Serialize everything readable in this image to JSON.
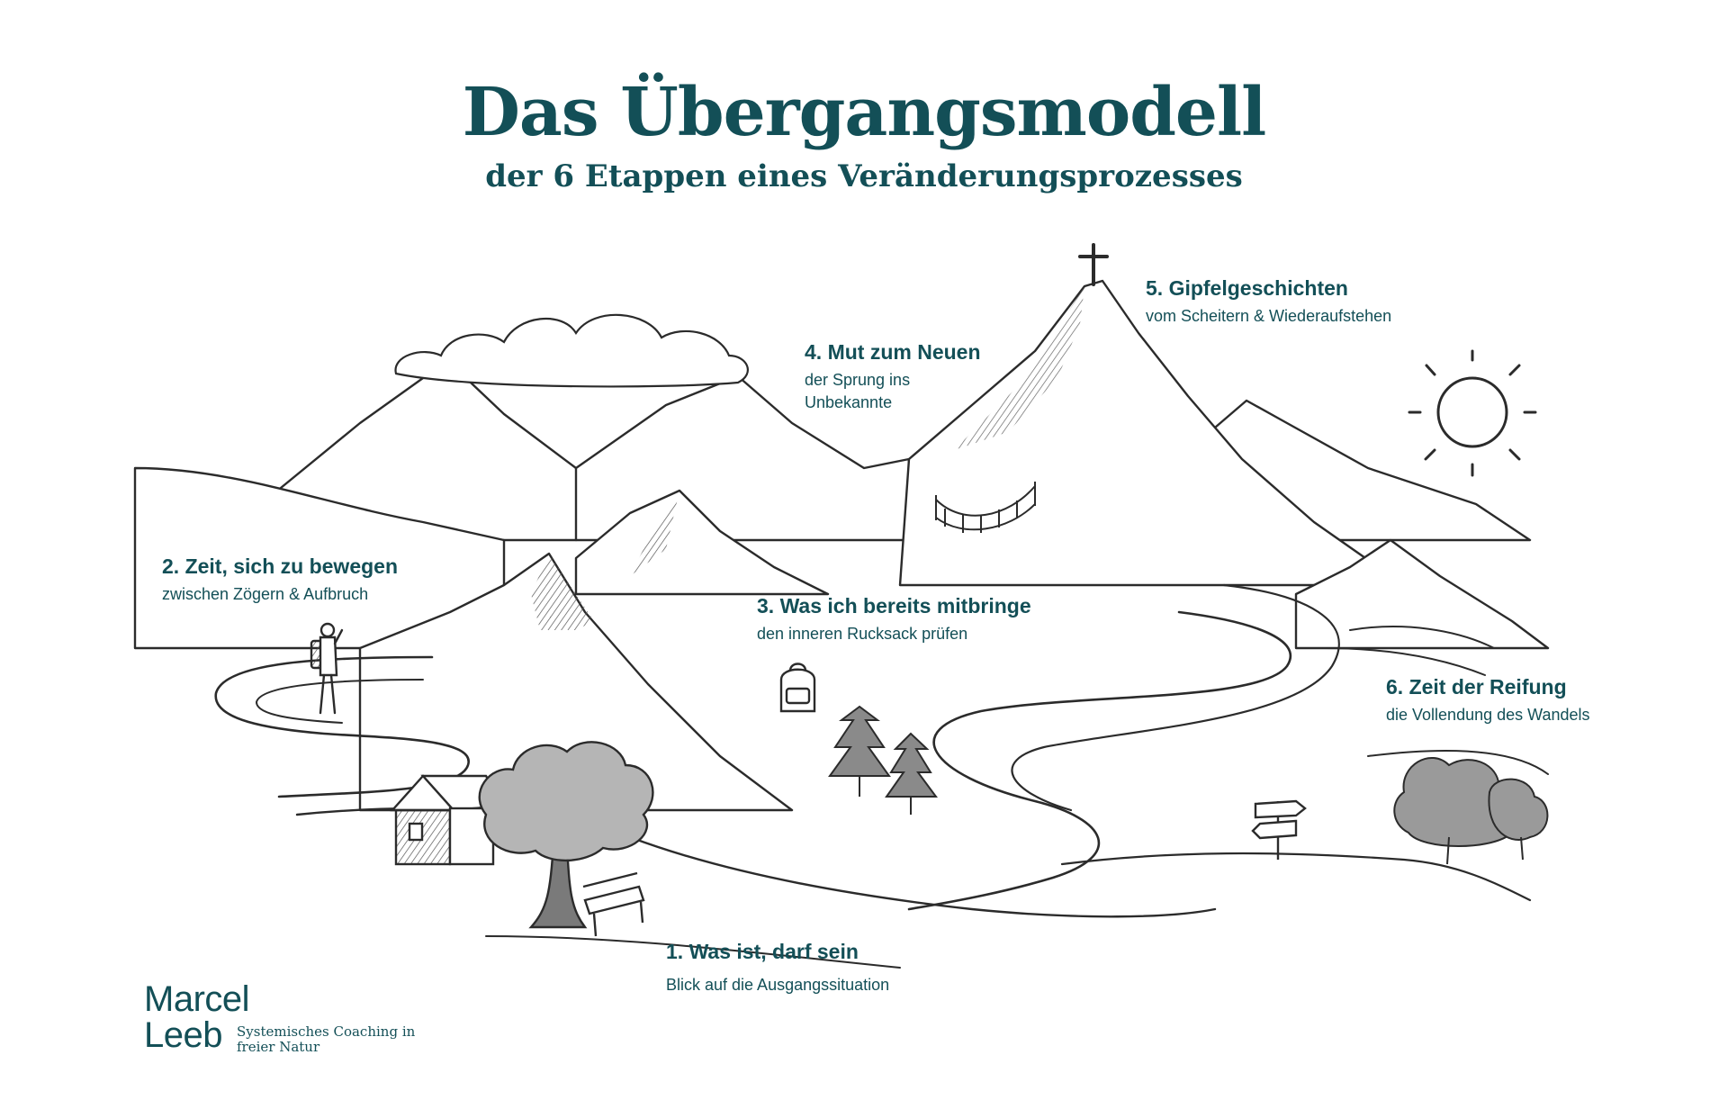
{
  "header": {
    "title": "Das Übergangsmodell",
    "subtitle": "der 6 Etappen eines Veränderungsprozesses"
  },
  "stages": [
    {
      "title": "1. Was ist, darf sein",
      "subtitle": "Blick auf die Ausgangssituation"
    },
    {
      "title": "2. Zeit, sich zu bewegen",
      "subtitle": "zwischen Zögern & Aufbruch"
    },
    {
      "title": "3. Was ich bereits mitbringe",
      "subtitle": "den inneren Rucksack prüfen"
    },
    {
      "title": "4. Mut zum Neuen",
      "subtitle": "der Sprung ins Unbekannte"
    },
    {
      "title": "5. Gipfelgeschichten",
      "subtitle": "vom Scheitern & Wiederaufstehen"
    },
    {
      "title": "6. Zeit der Reifung",
      "subtitle": "die Vollendung des Wandels"
    }
  ],
  "logo": {
    "first": "Marcel",
    "last": "Leeb",
    "tagline": "Systemisches Coaching in freier Natur"
  },
  "colors": {
    "accent": "#134f57",
    "sketch": "#2b2b2b"
  },
  "icons": [
    "cross-icon",
    "sun-icon",
    "cloud-icon",
    "hiker-icon",
    "backpack-icon",
    "bridge-icon",
    "signpost-icon",
    "tree-icon",
    "pine-tree-icon",
    "bench-icon",
    "hut-icon"
  ]
}
